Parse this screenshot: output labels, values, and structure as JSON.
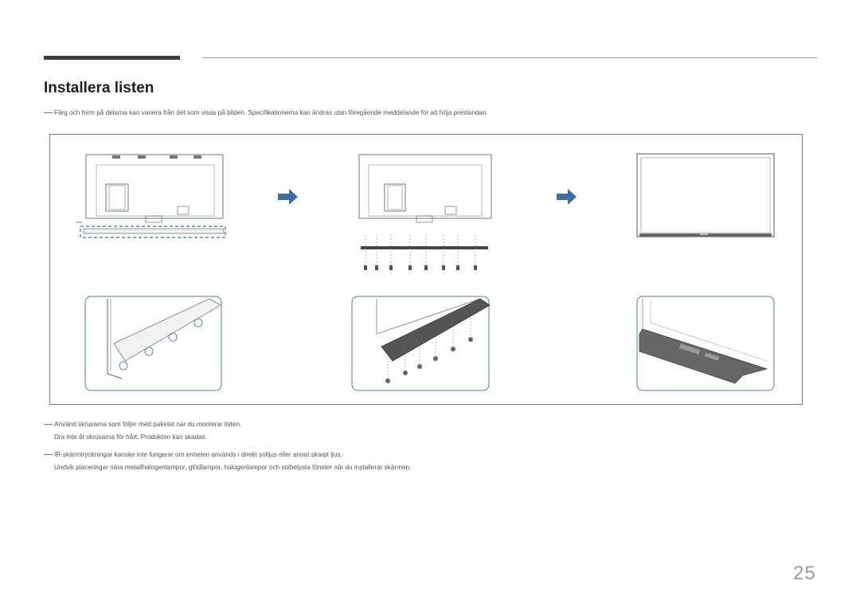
{
  "page": {
    "title": "Installera listen",
    "note_top": "Färg och form på delarna kan variera från det som visas på bilden. Specifikationerna kan ändras utan föregående meddelande för att höja prestandan.",
    "notes": [
      {
        "line1": "Använd skruvarna som följer med paketet när du monterar listen.",
        "line2": "Dra inte åt skruvarna för hårt. Produkten kan skadas."
      },
      {
        "line1": "IR-skärmtryckningar kanske inte fungerar om enheten används i direkt solljus eller annat skarpt ljus.",
        "line2": "Undvik placeringar nära metallhalogenlampor, glödlampor, halogenlampor och solbelysta fönster när du installerar skärmen."
      }
    ],
    "page_number": "25"
  },
  "colors": {
    "accent": "#3b3b46",
    "arrow": "#3a6ea8",
    "detail_border": "#4a7dc0",
    "dashed_highlight": "#2f6fc4"
  },
  "icons": [
    "arrow-right-icon",
    "arrow-right-icon"
  ]
}
